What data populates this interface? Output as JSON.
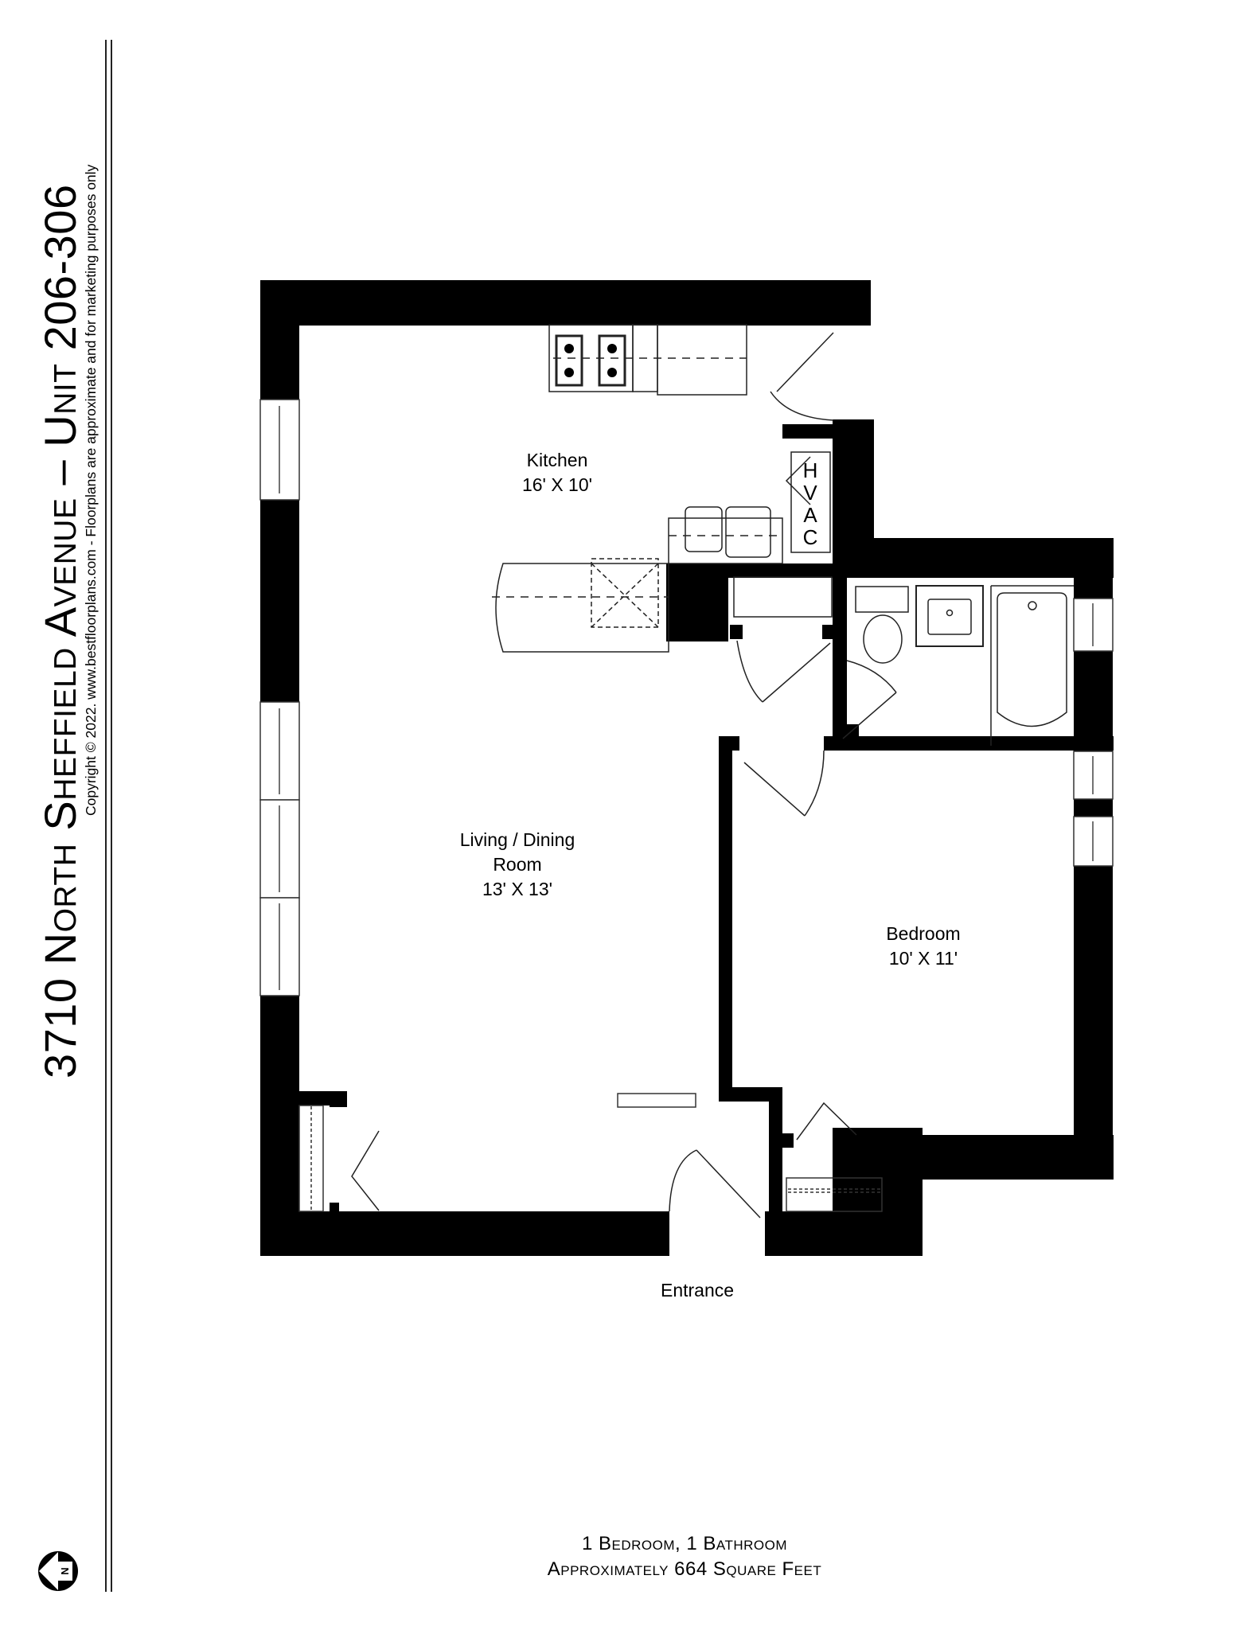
{
  "header": {
    "title": "3710 North Sheffield Avenue – Unit 206-306",
    "copyright": "Copyright © 2022. www.bestfloorplans.com - Floorplans are approximate and for marketing purposes only"
  },
  "rooms": {
    "kitchen": {
      "name": "Kitchen",
      "size": "16' X 10'"
    },
    "living": {
      "name_line1": "Living / Dining",
      "name_line2": "Room",
      "size": "13' X 13'"
    },
    "bedroom": {
      "name": "Bedroom",
      "size": "10' X 11'"
    },
    "hvac": {
      "letters": [
        "H",
        "V",
        "A",
        "C"
      ]
    }
  },
  "labels": {
    "entrance": "Entrance",
    "compass": "N"
  },
  "summary": {
    "line1": "1 Bedroom, 1 Bathroom",
    "line2": "Approximately 664 Square Feet"
  },
  "colors": {
    "wall": "#000000",
    "background": "#ffffff",
    "fixture_line": "#333333"
  }
}
